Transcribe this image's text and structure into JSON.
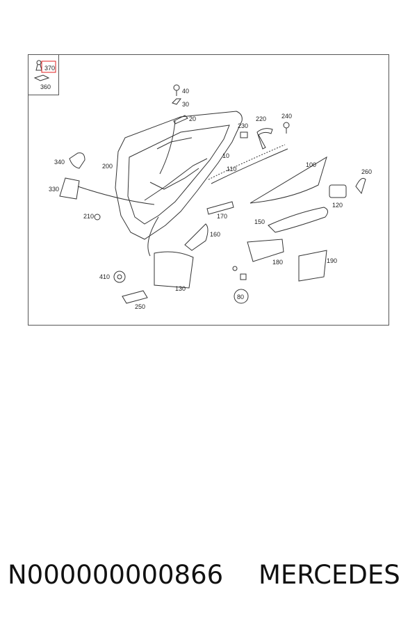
{
  "diagram": {
    "callouts": [
      "370",
      "360",
      "40",
      "30",
      "20",
      "230",
      "220",
      "240",
      "10",
      "200",
      "340",
      "110",
      "100",
      "260",
      "330",
      "120",
      "210",
      "170",
      "150",
      "160",
      "180",
      "190",
      "410",
      "130",
      "80",
      "250"
    ],
    "highlighted_callout": "370",
    "highlight_color": "#e02020",
    "line_color": "#333333"
  },
  "footer": {
    "part_number": "N000000000866",
    "brand": "MERCEDES"
  }
}
